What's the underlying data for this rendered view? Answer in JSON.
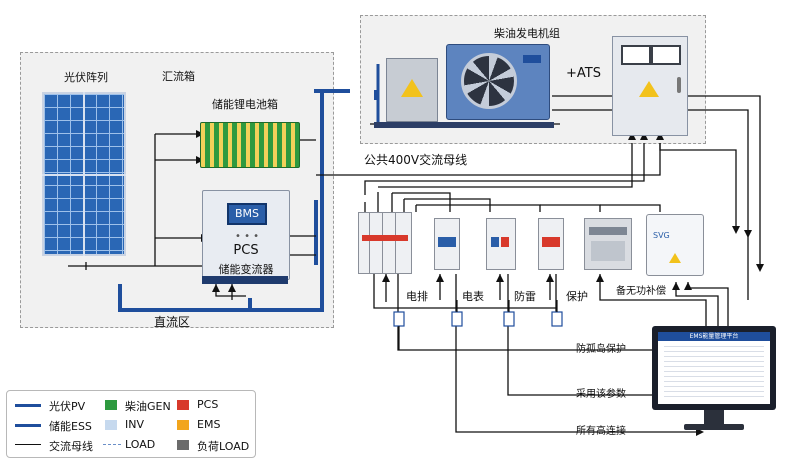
{
  "zones": {
    "dc_zone_label": "直流区",
    "combiner_label": "汇流箱",
    "bus_label": "公共400V交流母线",
    "genset_title": "柴油发电机组"
  },
  "devices": {
    "pv_label": "光伏阵列",
    "battery_label": "储能锂电池箱",
    "bms_label": "BMS",
    "pcs_label": "PCS",
    "pcs_sub": "储能变流器",
    "ats_label": "+ATS",
    "reactive_label": "SVG",
    "ems_screen_title": "EMS能量管理平台"
  },
  "breakers": {
    "labels": [
      "电排",
      "电表",
      "防雷",
      "保护"
    ],
    "reactive_comp": "备无功补偿"
  },
  "signals": {
    "anti_island": "防孤岛保护",
    "sampling": "采用该参数",
    "all_connect": "所有高连接"
  },
  "legend": {
    "items": [
      {
        "label": "光伏PV",
        "kind": "line",
        "color": "#1f4e9c"
      },
      {
        "label": "储能ESS",
        "kind": "line",
        "color": "#1f4e9c"
      },
      {
        "label": "交流母线",
        "kind": "line",
        "color": "#111111"
      },
      {
        "label": "柴油GEN",
        "kind": "swatch",
        "color": "#2e9a3f"
      },
      {
        "label": "INV",
        "kind": "swatch",
        "color": "#c6d9ee"
      },
      {
        "label": "LOAD",
        "kind": "dashline",
        "color": "#6a8fc8"
      },
      {
        "label": "PCS",
        "kind": "swatch",
        "color": "#d8392b"
      },
      {
        "label": "EMS",
        "kind": "swatch",
        "color": "#f2a51c"
      },
      {
        "label": "负荷LOAD",
        "kind": "swatch",
        "color": "#6b6b6b"
      }
    ]
  },
  "colors": {
    "dc_bus": "#1f4e9c",
    "ac_bus": "#111111",
    "zone_bg": "#f1f1f1"
  }
}
